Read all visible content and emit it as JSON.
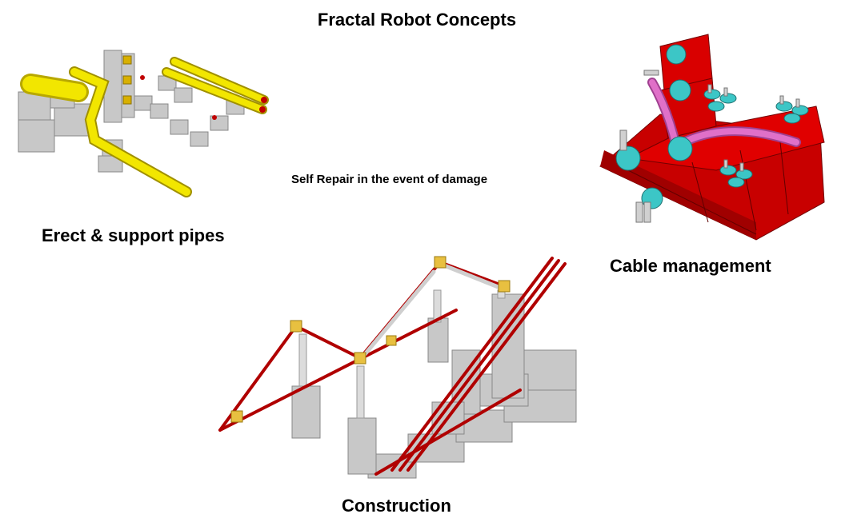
{
  "page": {
    "title": "Fractal Robot Concepts",
    "note": "Self Repair in the event of damage"
  },
  "illustrations": [
    {
      "id": "pipes",
      "caption": "Erect & support pipes"
    },
    {
      "id": "cable",
      "caption": "Cable management"
    },
    {
      "id": "construction",
      "caption": "Construction"
    }
  ],
  "colors": {
    "pipe_yellow": "#f2e600",
    "cube_gray": "#c8c8c8",
    "cube_red": "#d90000",
    "connector_cyan": "#3cc6c6",
    "cable_pink": "#e070c8",
    "strut_red": "#b00000",
    "joint_gold": "#e8c040"
  }
}
